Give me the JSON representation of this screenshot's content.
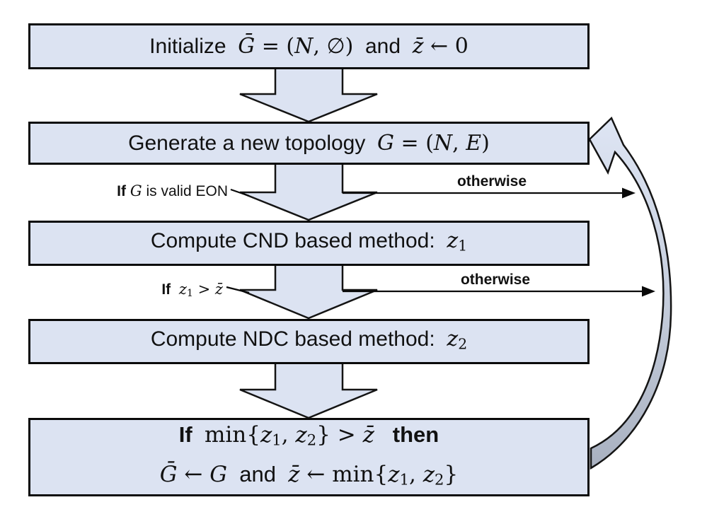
{
  "colors": {
    "box_fill": "#dce3f2",
    "box_border": "#0a0a0a",
    "shape_fill": "#dce3f2",
    "shape_outline": "#141414",
    "loop_top": "#dee5f4",
    "loop_mid": "#c9d1e0",
    "loop_bottom": "#a9b1c0",
    "thin_arrow": "#0a0a0a",
    "text": "#111111"
  },
  "boxes": [
    {
      "id": "initialize",
      "segments": [
        {
          "text": "Initialize  ",
          "style": "sans"
        },
        {
          "text": "Ḡ",
          "style": "mathvar"
        },
        {
          "text": " = (",
          "style": "mathup"
        },
        {
          "text": "N",
          "style": "mathvar"
        },
        {
          "text": ", ∅)",
          "style": "mathup"
        },
        {
          "text": "  and  ",
          "style": "sans"
        },
        {
          "text": "z̄",
          "style": "mathvar"
        },
        {
          "text": " ← 0",
          "style": "mathup"
        }
      ]
    },
    {
      "id": "generate-topology",
      "segments": [
        {
          "text": "Generate a new topology  ",
          "style": "sans"
        },
        {
          "text": "G",
          "style": "mathvar"
        },
        {
          "text": " = (",
          "style": "mathup"
        },
        {
          "text": "N",
          "style": "mathvar"
        },
        {
          "text": ", ",
          "style": "mathup"
        },
        {
          "text": "E",
          "style": "mathvar"
        },
        {
          "text": ")",
          "style": "mathup"
        }
      ]
    },
    {
      "id": "compute-cnd",
      "segments": [
        {
          "text": "Compute CND based method:  ",
          "style": "sans"
        },
        {
          "text": "z",
          "style": "mathvar"
        },
        {
          "text": "1",
          "style": "mathsub"
        }
      ]
    },
    {
      "id": "compute-ndc",
      "segments": [
        {
          "text": "Compute NDC based method:  ",
          "style": "sans"
        },
        {
          "text": "z",
          "style": "mathvar"
        },
        {
          "text": "2",
          "style": "mathsub"
        }
      ]
    },
    {
      "id": "update-best",
      "lines": [
        [
          {
            "text": "If  ",
            "style": "bold"
          },
          {
            "text": "min{",
            "style": "mathup"
          },
          {
            "text": "z",
            "style": "mathvar"
          },
          {
            "text": "1",
            "style": "mathsub"
          },
          {
            "text": ", ",
            "style": "mathup"
          },
          {
            "text": "z",
            "style": "mathvar"
          },
          {
            "text": "2",
            "style": "mathsub"
          },
          {
            "text": "} > ",
            "style": "mathup"
          },
          {
            "text": "z̄",
            "style": "mathvar"
          },
          {
            "text": "   ",
            "style": "sans"
          },
          {
            "text": "then",
            "style": "bold"
          }
        ],
        [
          {
            "text": "Ḡ",
            "style": "mathvar"
          },
          {
            "text": " ← ",
            "style": "mathup"
          },
          {
            "text": "G",
            "style": "mathvar"
          },
          {
            "text": "  and  ",
            "style": "sans"
          },
          {
            "text": "z̄",
            "style": "mathvar"
          },
          {
            "text": " ← min{",
            "style": "mathup"
          },
          {
            "text": "z",
            "style": "mathvar"
          },
          {
            "text": "1",
            "style": "mathsub"
          },
          {
            "text": ", ",
            "style": "mathup"
          },
          {
            "text": "z",
            "style": "mathvar"
          },
          {
            "text": "2",
            "style": "mathsub"
          },
          {
            "text": "}",
            "style": "mathup"
          }
        ]
      ]
    }
  ],
  "labels": {
    "valid_eon": [
      {
        "text": "If ",
        "style": "bold"
      },
      {
        "text": "G",
        "style": "mathvar"
      },
      {
        "text": " is valid EON",
        "style": "sans"
      }
    ],
    "z1_condition": [
      {
        "text": "If  ",
        "style": "bold"
      },
      {
        "text": "z",
        "style": "mathvar"
      },
      {
        "text": "1",
        "style": "mathsub"
      },
      {
        "text": " > ",
        "style": "mathup"
      },
      {
        "text": "z̄",
        "style": "mathvar"
      }
    ],
    "otherwise_top": "otherwise",
    "otherwise_bottom": "otherwise"
  }
}
